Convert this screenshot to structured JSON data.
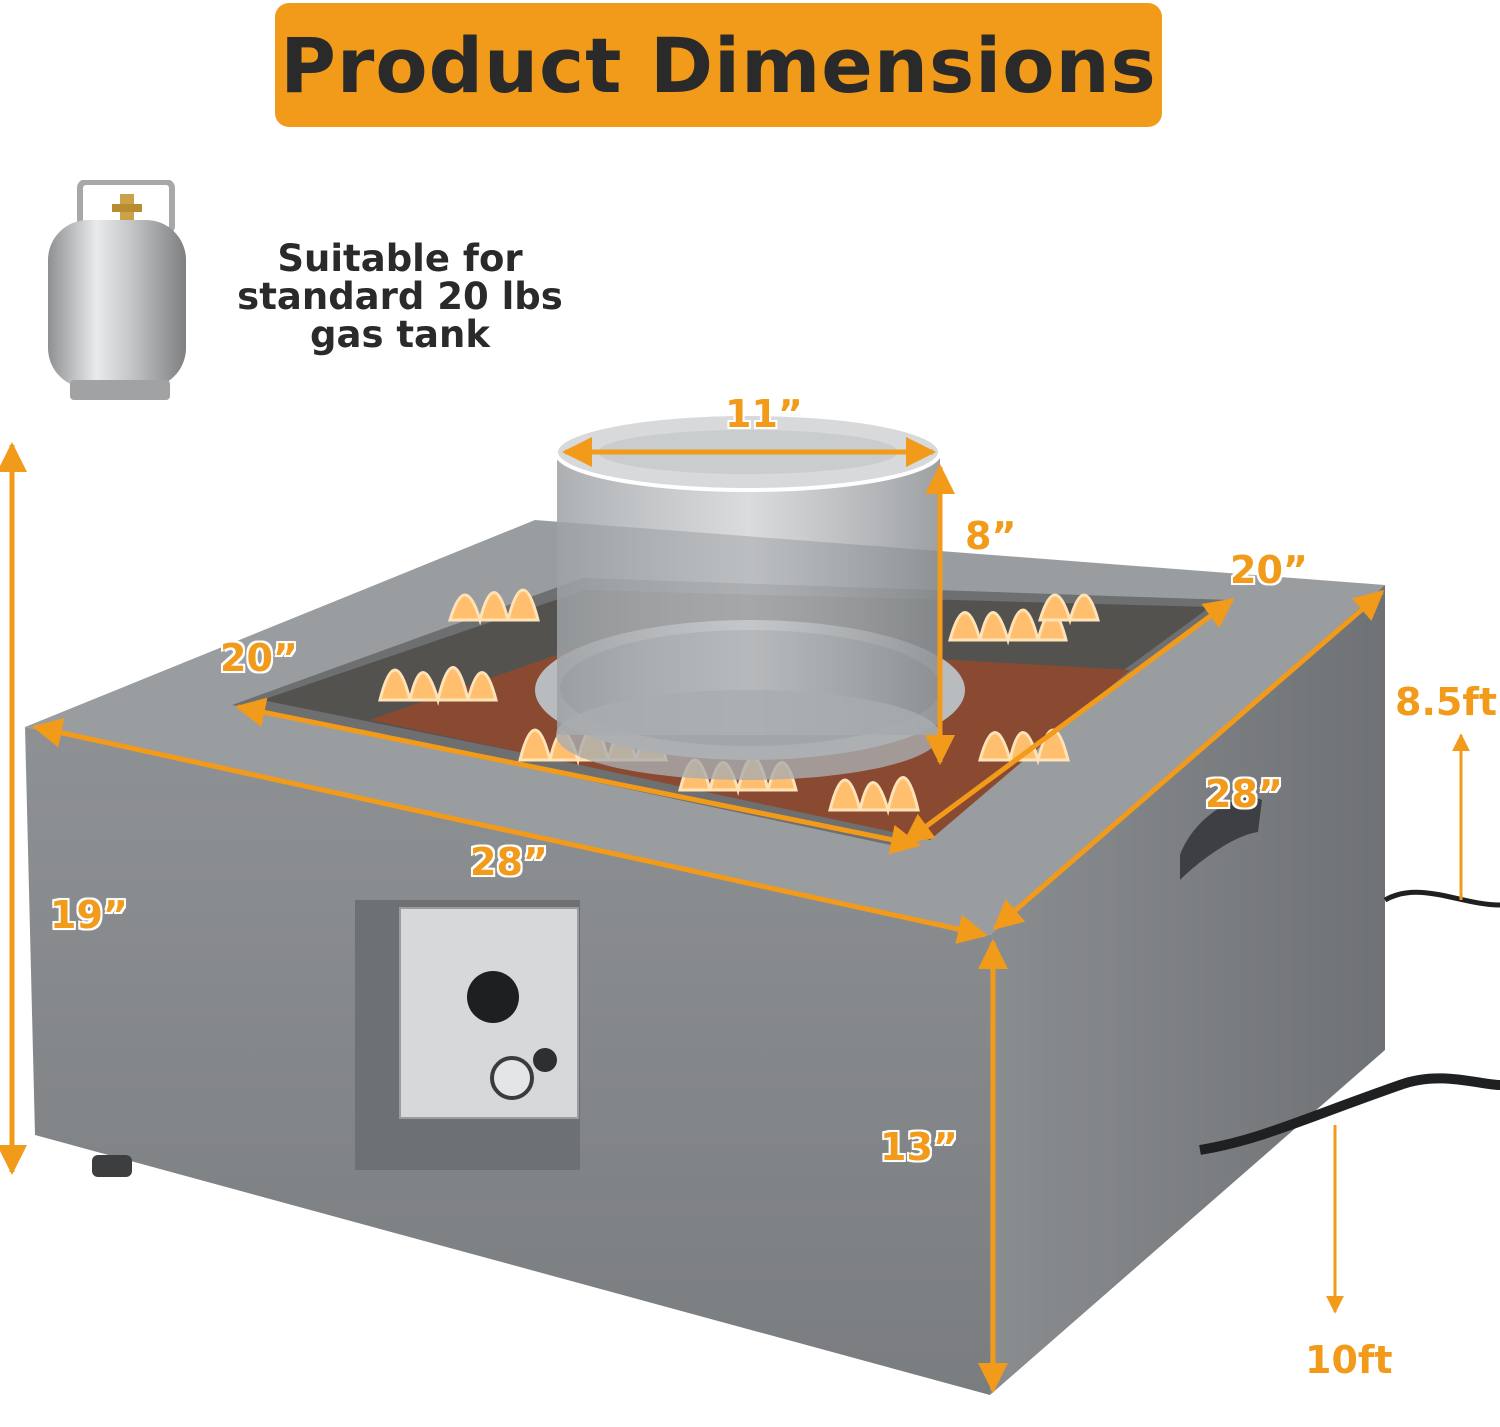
{
  "banner": {
    "title": "Product Dimensions"
  },
  "tank": {
    "icon": "propane-tank-icon",
    "note_lines": [
      "Suitable for",
      "standard 20 lbs",
      "gas tank"
    ]
  },
  "dimensions": {
    "glass_diameter": "11”",
    "glass_height": "8”",
    "burner_width_left": "20”",
    "burner_width_right": "20”",
    "front_width": "28”",
    "side_depth": "28”",
    "total_height": "19”",
    "base_height": "13”",
    "cord_upper": "8.5ft",
    "cord_lower": "10ft"
  },
  "colors": {
    "accent": "#f29a1a",
    "concrete": "#8a8d90",
    "text_dark": "#2a2a2a",
    "flame": "#ffb35a"
  }
}
